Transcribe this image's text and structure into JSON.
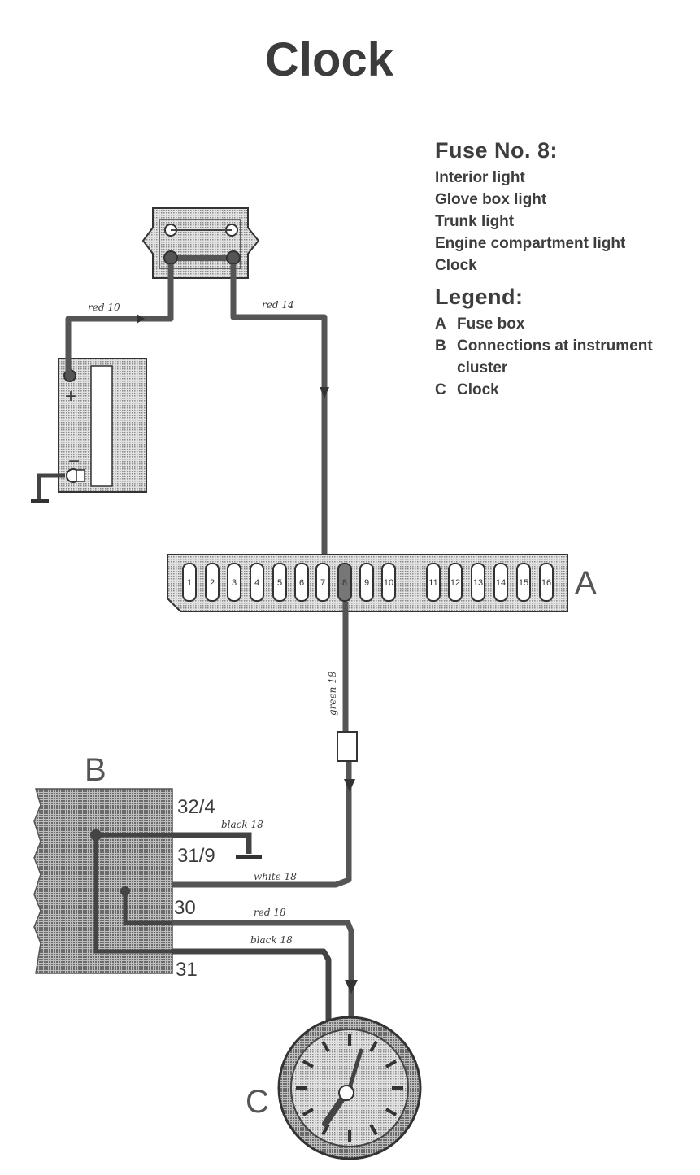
{
  "title": "Clock",
  "fuse_heading": "Fuse No. 8:",
  "fuse_items": [
    "Interior light",
    "Glove box light",
    "Trunk light",
    "Engine compartment light",
    "Clock"
  ],
  "legend_heading": "Legend:",
  "legend": [
    {
      "key": "A",
      "label": "Fuse box"
    },
    {
      "key": "B",
      "label": "Connections at instrument cluster"
    },
    {
      "key": "C",
      "label": "Clock"
    }
  ],
  "labels": {
    "a": "A",
    "b": "B",
    "c": "C"
  },
  "wires": {
    "red10": "red 10",
    "red14": "red 14",
    "green18": "green 18",
    "black18_ground": "black 18",
    "white18": "white 18",
    "red18": "red 18",
    "black18_clock": "black 18"
  },
  "terminals": {
    "t32_4": "32/4",
    "t31_9": "31/9",
    "t30": "30",
    "t31": "31"
  },
  "fuses": [
    "1",
    "2",
    "3",
    "4",
    "5",
    "6",
    "7",
    "8",
    "9",
    "10",
    "11",
    "12",
    "13",
    "14",
    "15",
    "16"
  ],
  "colors": {
    "ink": "#3a3a3a",
    "shade": "#c9c9c9",
    "paper": "#ffffff"
  }
}
